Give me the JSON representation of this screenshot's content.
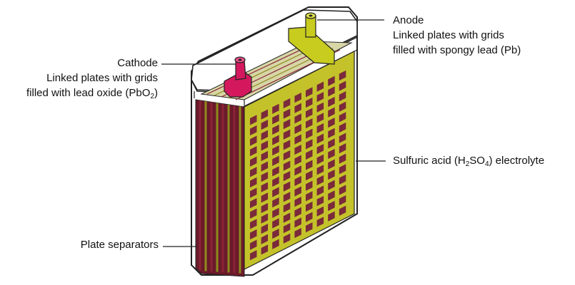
{
  "labels": {
    "anode": {
      "title": "Anode",
      "line1": "Linked plates with grids",
      "line2": "filled with spongy lead (Pb)"
    },
    "cathode": {
      "title": "Cathode",
      "line1": "Linked plates with grids",
      "line2_pre": "filled with lead oxide (PbO",
      "line2_sub": "2",
      "line2_post": ")"
    },
    "electrolyte": {
      "pre": "Sulfuric acid (H",
      "sub1": "2",
      "mid": "SO",
      "sub2": "4",
      "post": ") electrolyte"
    },
    "separators": "Plate separators"
  },
  "colors": {
    "plate_fill": "#c4c22a",
    "plate_dark": "#8e8a1e",
    "grid_cell": "#7a2a3a",
    "cathode_terminal": "#d4185e",
    "anode_terminal": "#c8cc1e",
    "case_outline": "#222222",
    "edge_red": "#8a2436"
  }
}
